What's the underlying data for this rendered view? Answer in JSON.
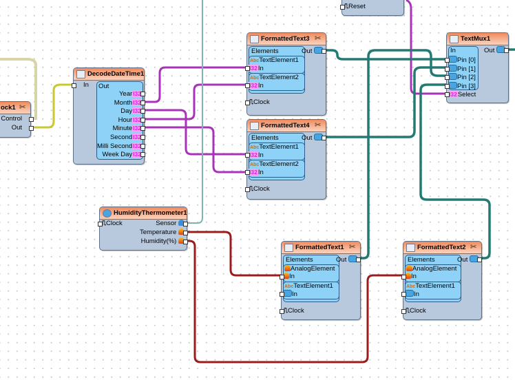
{
  "clock1": {
    "title": "ock1",
    "control": "Control",
    "out": "Out"
  },
  "top_node": {
    "reset": "Reset"
  },
  "decode": {
    "title": "DecodeDateTime1",
    "in": "In",
    "out": "Out",
    "type": "I32",
    "outputs": [
      "Year",
      "Month",
      "Day",
      "Hour",
      "Minute",
      "Second",
      "Milli Second",
      "Week Day"
    ]
  },
  "ft3": {
    "title": "FormattedText3",
    "elements": "Elements",
    "el1": "TextElement1",
    "el2": "TextElement2",
    "in": "In",
    "out": "Out",
    "clock": "Clock"
  },
  "ft4": {
    "title": "FormattedText4",
    "elements": "Elements",
    "el1": "TextElement1",
    "el2": "TextElement2",
    "in": "In",
    "out": "Out",
    "clock": "Clock"
  },
  "mux": {
    "title": "TextMux1",
    "in": "In",
    "out": "Out",
    "pins": [
      "Pin [0]",
      "Pin [1]",
      "Pin [2]",
      "Pin [3]"
    ],
    "select": "Select"
  },
  "humid": {
    "title": "HumidityThermometer1",
    "clock": "Clock",
    "sensor": "Sensor",
    "temperature": "Temperature",
    "humidity": "Humidity(%)"
  },
  "ft1": {
    "title": "FormattedText1",
    "elements": "Elements",
    "el1": "AnalogElement",
    "el2": "TextElement1",
    "in": "In",
    "out": "Out",
    "clock": "Clock"
  },
  "ft2": {
    "title": "FormattedText2",
    "elements": "Elements",
    "el1": "AnalogElement",
    "el2": "TextElement1",
    "in": "In",
    "out": "Out",
    "clock": "Clock"
  },
  "labels": {
    "abc": "Abc",
    "i32": "I32"
  },
  "colors": {
    "teal": "#237a73",
    "purple": "#a832b8",
    "red": "#9a1c1c",
    "yellow": "#c8c830",
    "tan": "#d8d4a8"
  }
}
